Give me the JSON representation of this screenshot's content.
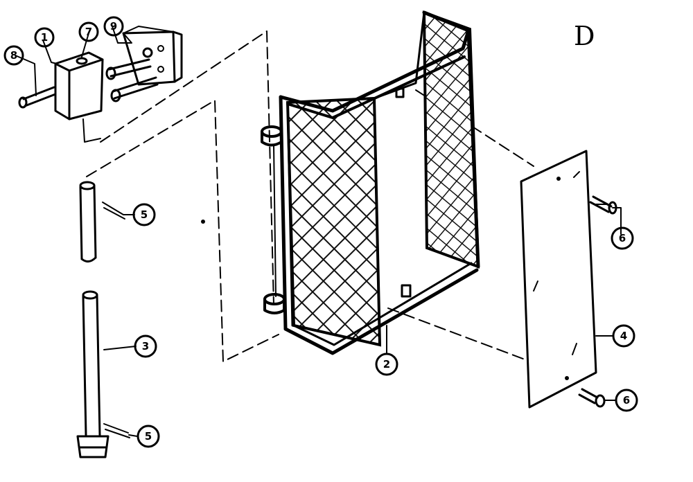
{
  "figure": {
    "label": "D"
  },
  "callouts": [
    {
      "id": "c1",
      "text": "1"
    },
    {
      "id": "c7",
      "text": "7"
    },
    {
      "id": "c9",
      "text": "9"
    },
    {
      "id": "c8",
      "text": "8"
    },
    {
      "id": "c5a",
      "text": "5"
    },
    {
      "id": "c3",
      "text": "3"
    },
    {
      "id": "c5b",
      "text": "5"
    },
    {
      "id": "c2",
      "text": "2"
    },
    {
      "id": "c6a",
      "text": "6"
    },
    {
      "id": "c4",
      "text": "4"
    },
    {
      "id": "c6b",
      "text": "6"
    }
  ]
}
